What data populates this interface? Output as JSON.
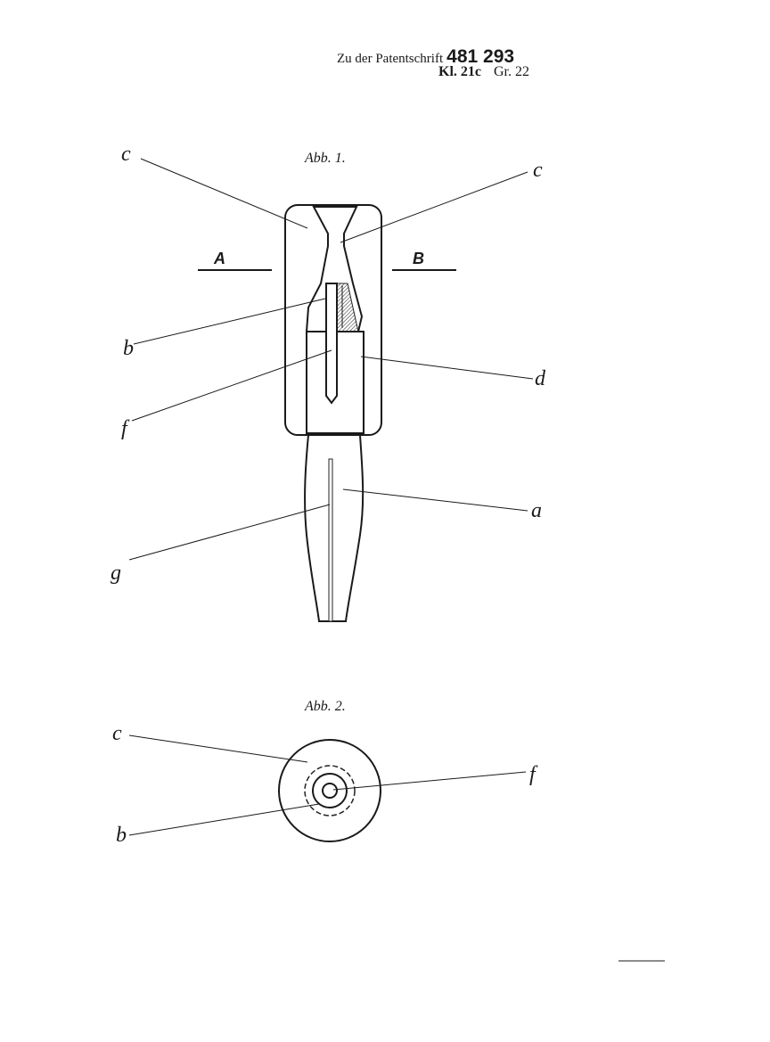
{
  "header": {
    "prefix": "Zu der Patentschrift",
    "patent_number": "481 293",
    "class": "Kl. 21c",
    "group": "Gr. 22"
  },
  "figure1": {
    "caption": "Abb. 1.",
    "section_left": "A",
    "section_right": "B",
    "labels": {
      "c_left": "c",
      "c_right": "c",
      "b": "b",
      "d": "d",
      "f": "f",
      "a": "a",
      "g": "g"
    }
  },
  "figure2": {
    "caption": "Abb. 2.",
    "labels": {
      "c": "c",
      "f": "f",
      "b": "b"
    }
  }
}
